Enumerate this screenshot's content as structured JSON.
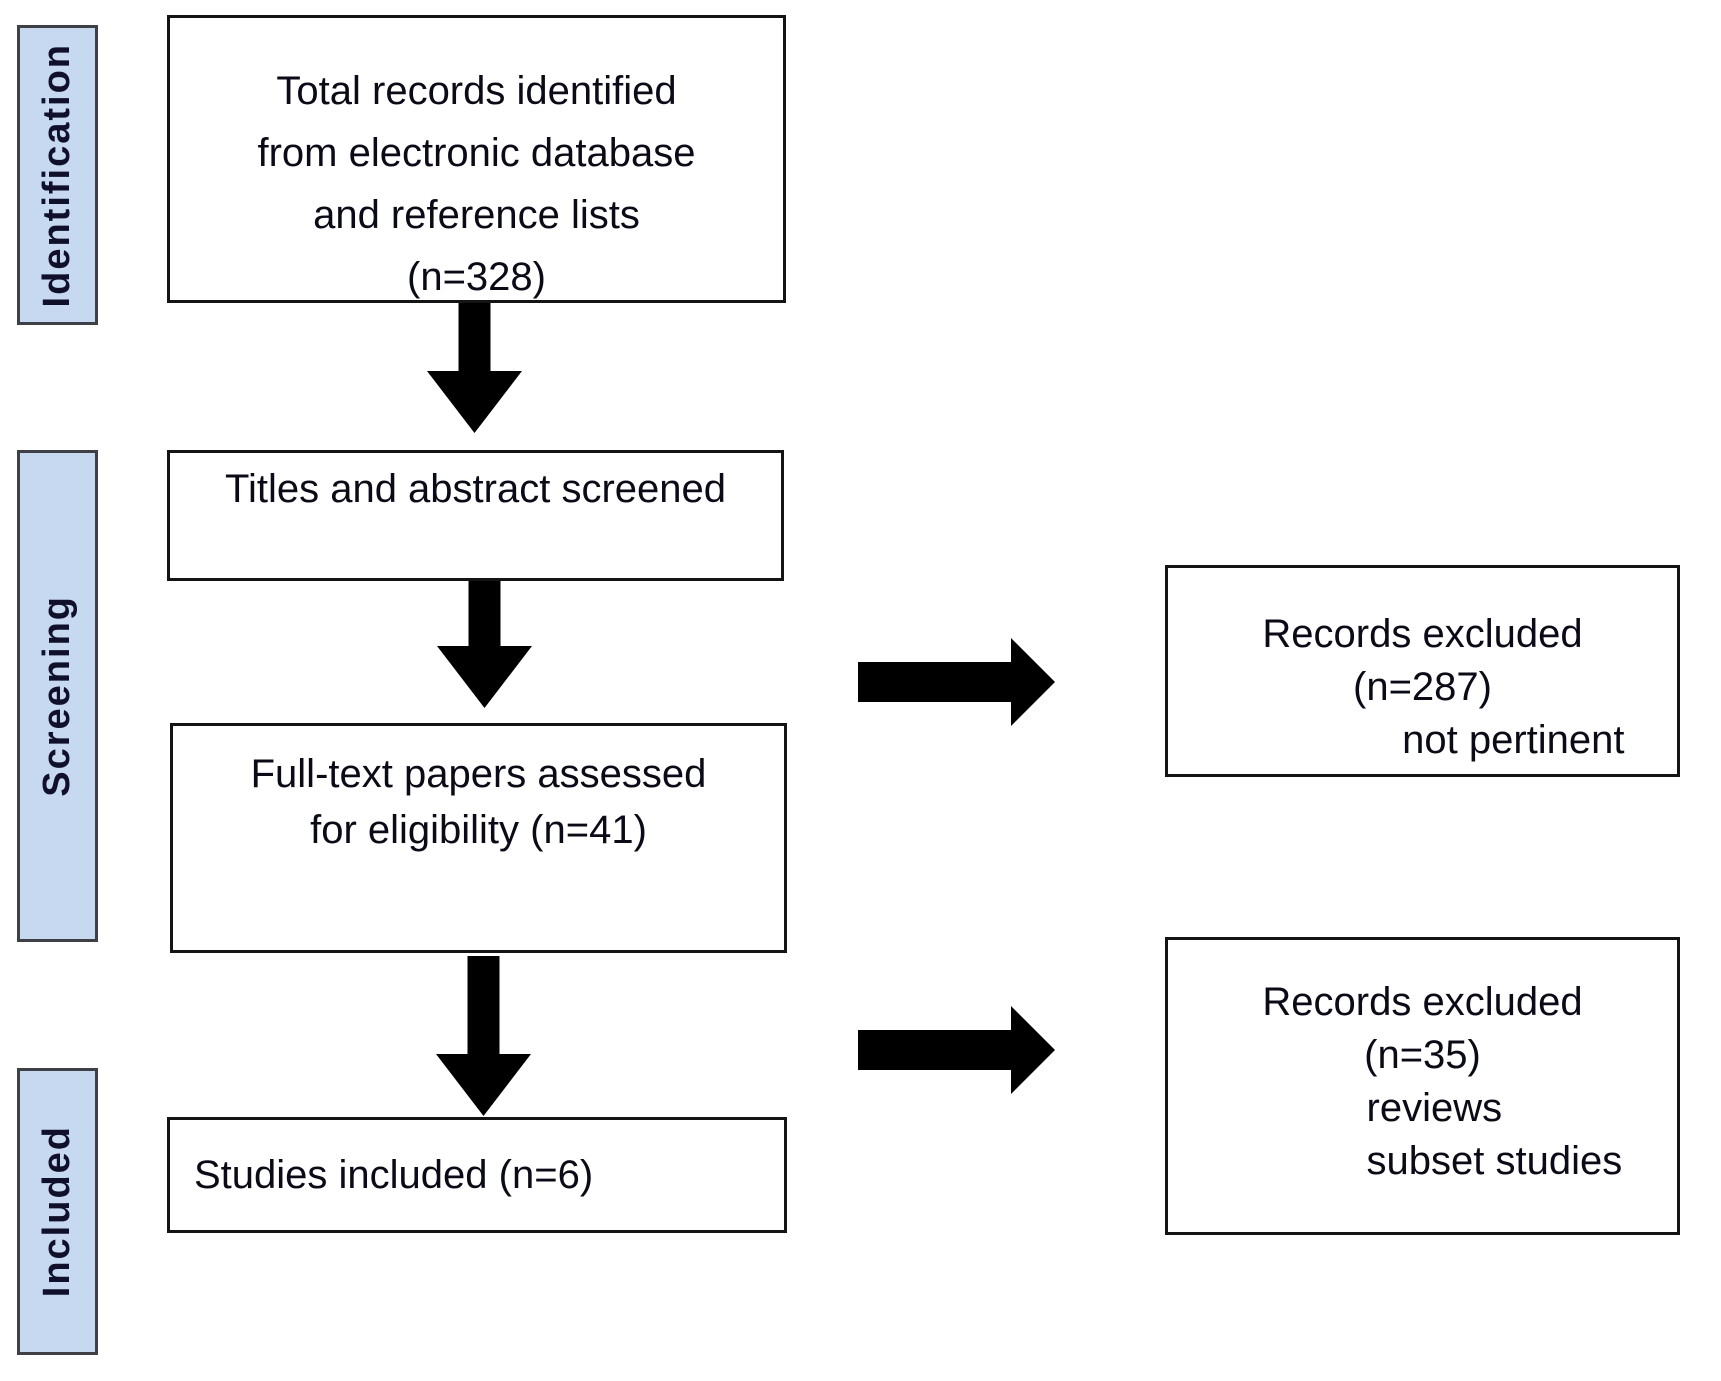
{
  "diagram": {
    "kind": "prisma-flow",
    "colors": {
      "stage_label_fill": "#c6d9f1",
      "stage_label_border": "#3f3f46",
      "box_border": "#141414",
      "arrow": "#000000",
      "text": "#0b0b17"
    },
    "stage_labels": [
      {
        "id": "identification",
        "label": "Identification"
      },
      {
        "id": "screening",
        "label": "Screening"
      },
      {
        "id": "included",
        "label": "Included"
      }
    ],
    "flow_boxes": [
      {
        "id": "records-identified",
        "lines": [
          "Total records identified",
          "from electronic database",
          "and reference lists",
          "(n=328)"
        ]
      },
      {
        "id": "titles-abstract-screened",
        "lines": [
          "Titles and abstract screened"
        ]
      },
      {
        "id": "fulltext-assessed",
        "lines": [
          "Full-text papers assessed",
          "for eligibility (n=41)"
        ]
      },
      {
        "id": "studies-included",
        "lines": [
          "Studies included (n=6)"
        ]
      }
    ],
    "exclusion_boxes": [
      {
        "id": "records-excluded-287",
        "lines": [
          "Records excluded",
          "(n=287)",
          "not pertinent"
        ]
      },
      {
        "id": "records-excluded-35",
        "lines": [
          "Records excluded",
          "(n=35)",
          "reviews",
          "subset studies"
        ]
      }
    ]
  }
}
